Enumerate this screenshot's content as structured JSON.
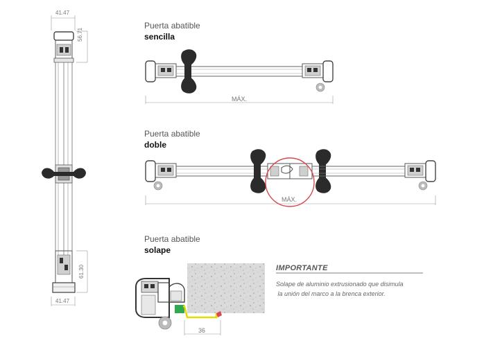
{
  "side_view": {
    "dim_top_width": "41.47",
    "dim_top_height": "56.71",
    "dim_bottom_height": "61.30",
    "dim_bottom_width": "41.47"
  },
  "sencilla": {
    "line1": "Puerta abatible",
    "line2": "sencilla",
    "dim_label": "MÁX."
  },
  "doble": {
    "line1": "Puerta abatible",
    "line2": "doble",
    "dim_label": "MÁX."
  },
  "solape": {
    "line1": "Puerta abatible",
    "line2": "solape",
    "dim_label": "36"
  },
  "importante": {
    "title": "IMPORTANTE",
    "line1": "Solape de aluminio extrusionado que disimula",
    "line2": " la unión del marco a la brenca exterior."
  },
  "colors": {
    "highlight_circle": "#d9474f",
    "seal_green": "#2fa84f",
    "trim_yellow": "#e6d800",
    "plaster_gray": "#d9d9d9"
  }
}
